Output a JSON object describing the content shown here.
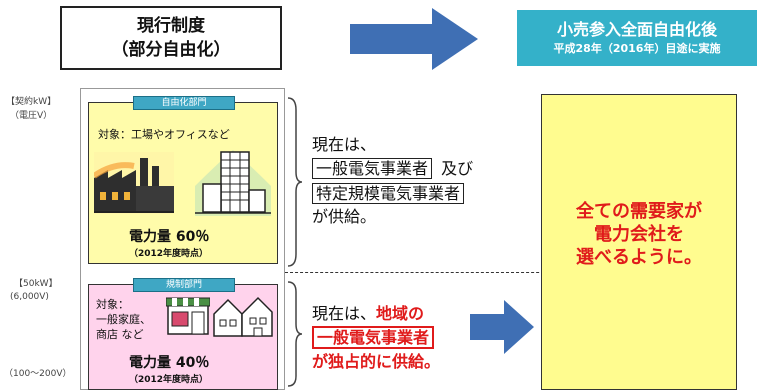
{
  "current": {
    "title": "現行制度",
    "subtitle": "（部分自由化）"
  },
  "future": {
    "title": "小売参入全面自由化後",
    "subtitle": "平成28年（2016年）目途に実施",
    "message": [
      "全ての需要家が",
      "電力会社を",
      "選べるように。"
    ]
  },
  "side_labels": {
    "contract_kw": "【契約kW】",
    "voltage_v": "（電圧V）",
    "threshold_kw": "【50kW】",
    "threshold_v": "(6,000V)",
    "low_v": "（100～200V）"
  },
  "deregulated": {
    "tag": "自由化部門",
    "target": "対象：工場やオフィスなど",
    "amount": "電力量 60％",
    "as_of": "（2012年度時点）",
    "desc_line1": "現在は、",
    "desc_box1": "一般電気事業者",
    "desc_mid": "及び",
    "desc_box2": "特定規模電気事業者",
    "desc_line4": "が供給。"
  },
  "regulated": {
    "tag": "規制部門",
    "target_line1": "対象：",
    "target_line2": "一般家庭、",
    "target_line3": "商店 など",
    "amount": "電力量 40％",
    "as_of": "（2012年度時点）",
    "desc_prefix": "現在は、",
    "desc_red": "地域の",
    "desc_box": "一般電気事業者",
    "desc_line3": "が独占的に供給。"
  },
  "colors": {
    "teal": "#34b1c9",
    "arrow_blue": "#3f6fb4",
    "dereg_yellow": "#fffcaa",
    "reg_pink": "#ffd3ec",
    "future_yellow": "#fffc8f",
    "red": "#e01b1b"
  },
  "icons": [
    "factory-icon",
    "office-building-icon",
    "shop-icon",
    "house-icon",
    "arrow-right-icon"
  ]
}
